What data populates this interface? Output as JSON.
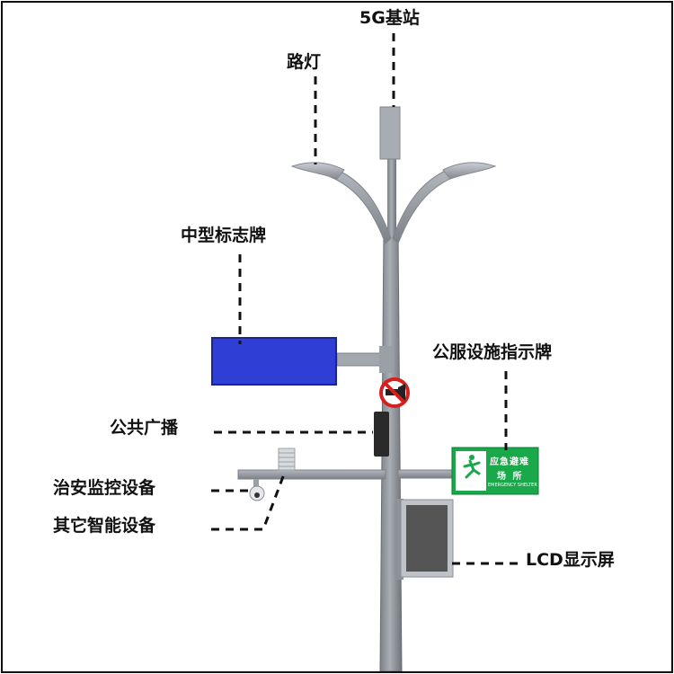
{
  "labels": {
    "base_station": "5G基站",
    "street_light": "路灯",
    "medium_sign": "中型标志牌",
    "public_service_sign": "公服设施指示牌",
    "broadcast": "公共广播",
    "security_camera": "治安监控设备",
    "other_devices": "其它智能设备",
    "lcd_screen": "LCD显示屏"
  },
  "emergency_sign": {
    "line1": "应急避难",
    "line2": "场 所",
    "english": "EMERGENCY SHELTER"
  },
  "colors": {
    "pole": "#8d9298",
    "sign_blue": "#2f3fd6",
    "sign_green": "#19a84a",
    "lcd": "#555555",
    "line": "#111111"
  }
}
